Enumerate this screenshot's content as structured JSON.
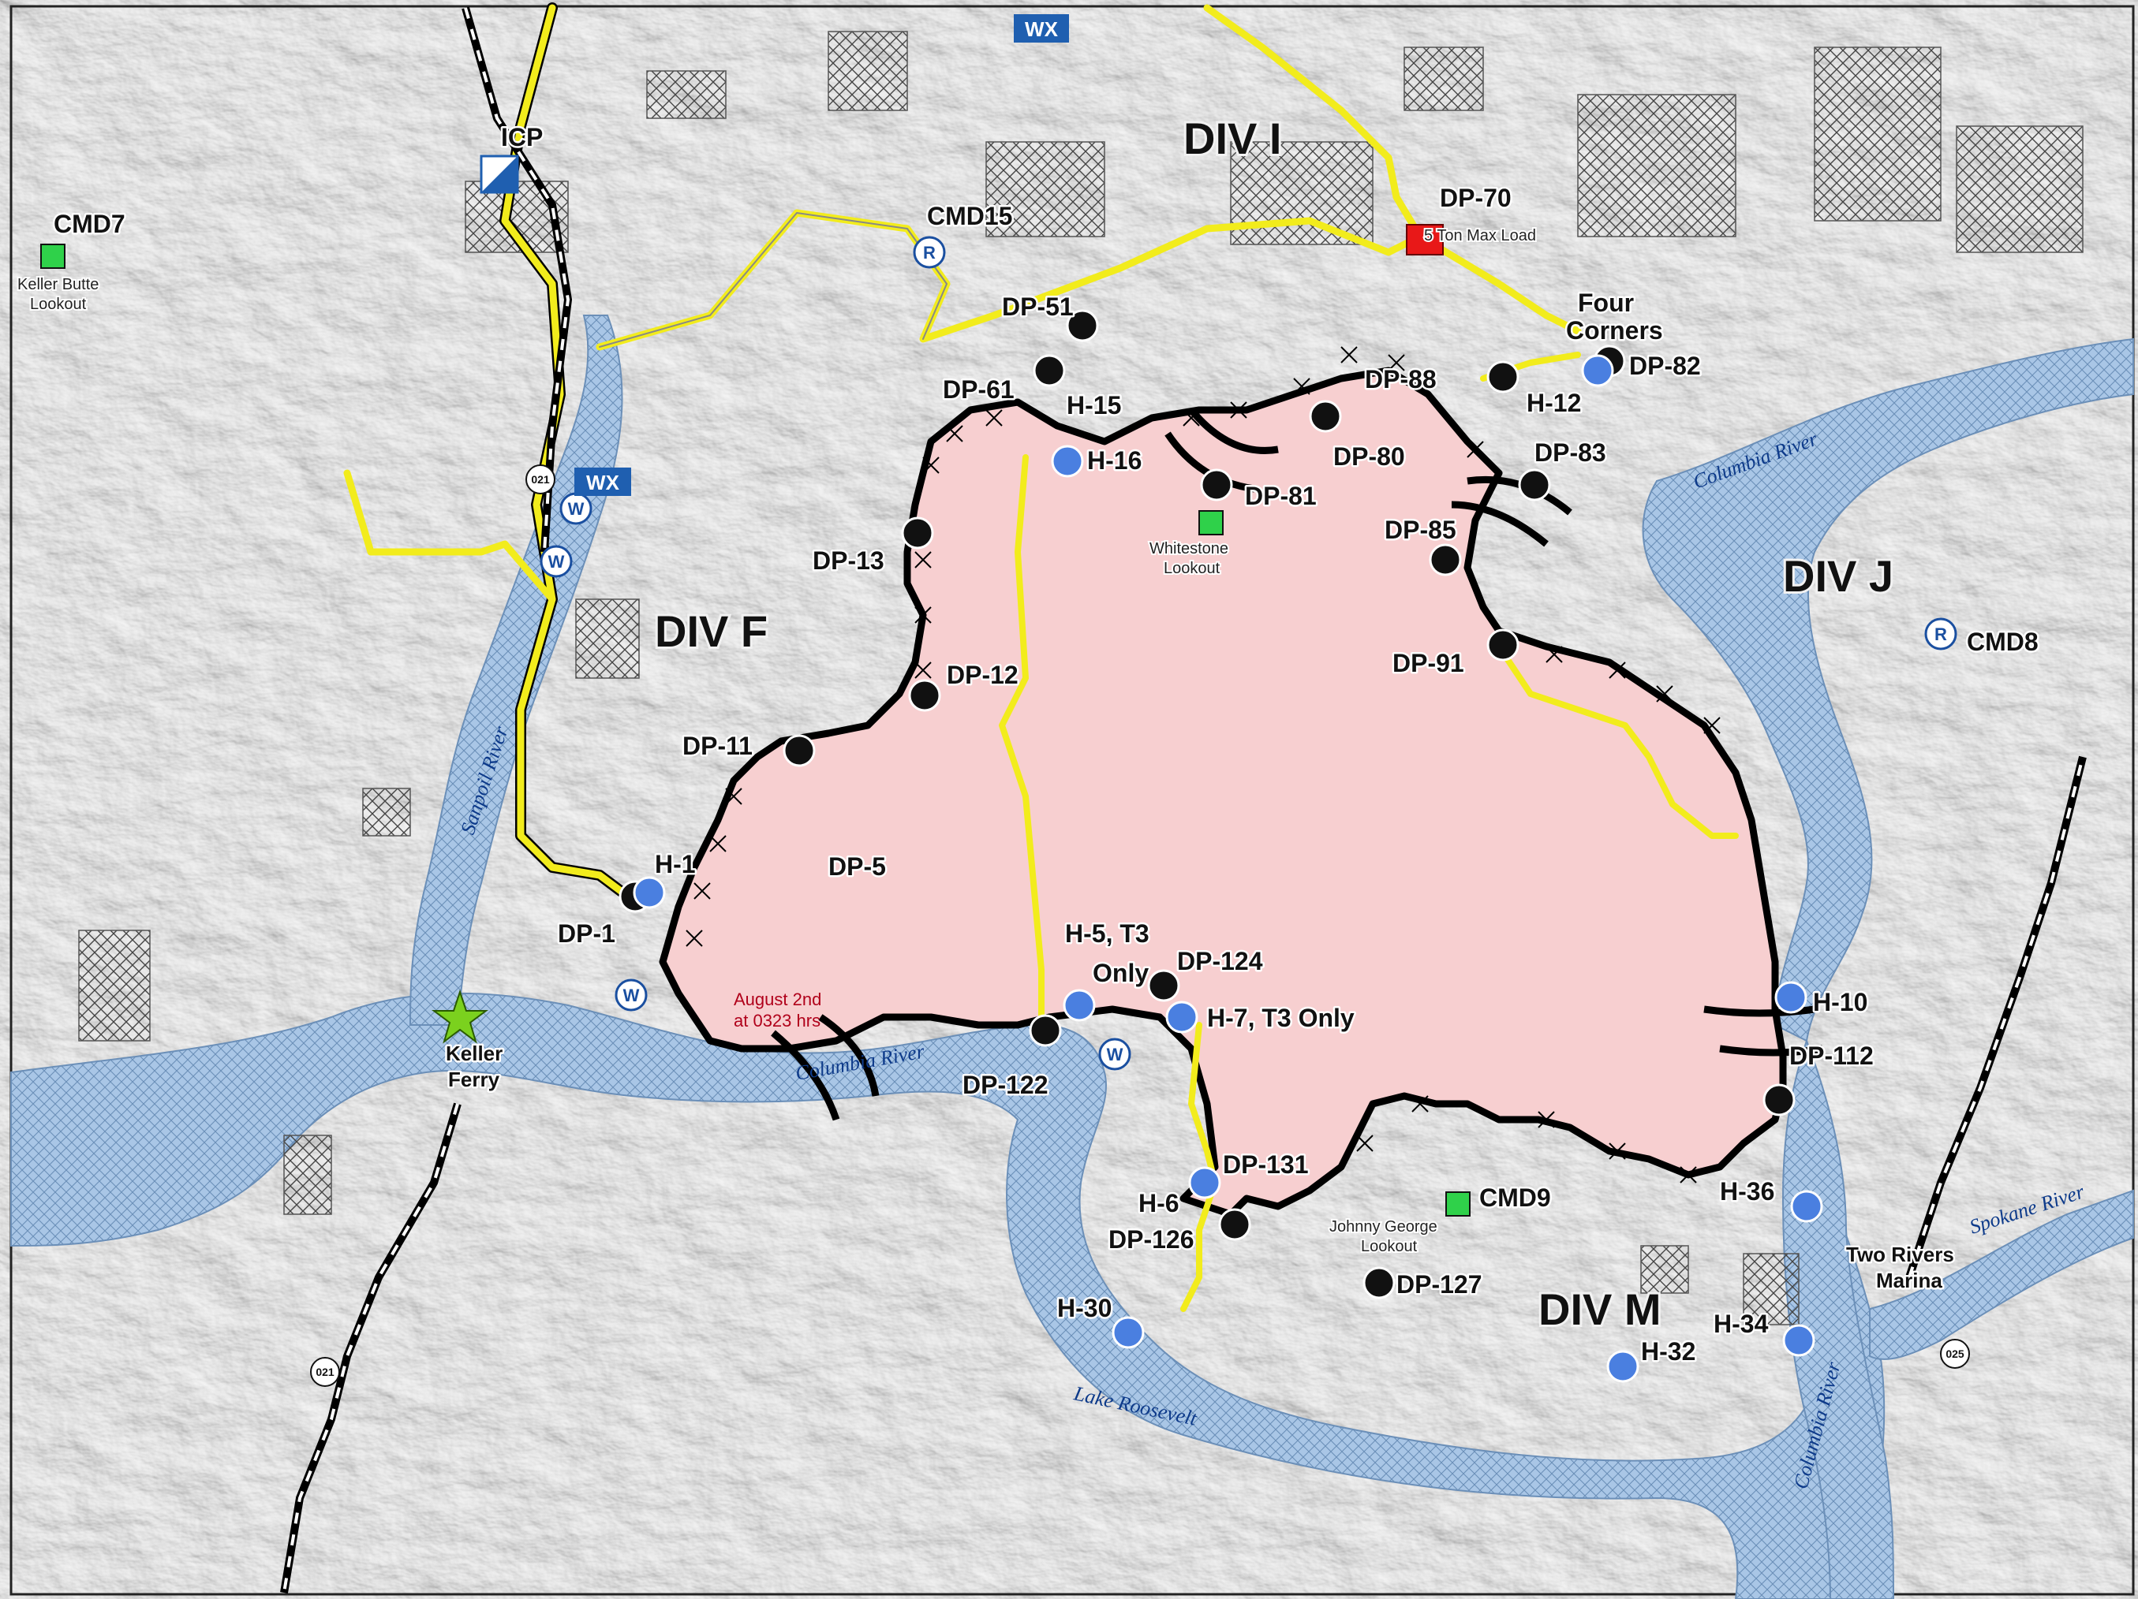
{
  "divisions": [
    {
      "id": "div-i",
      "label": "DIV I"
    },
    {
      "id": "div-f",
      "label": "DIV F"
    },
    {
      "id": "div-j",
      "label": "DIV J"
    },
    {
      "id": "div-m",
      "label": "DIV M"
    }
  ],
  "drop_points": {
    "dp70": "DP-70",
    "dp51": "DP-51",
    "dp61": "DP-61",
    "dp88": "DP-88",
    "dp82": "DP-82",
    "dp80": "DP-80",
    "dp83": "DP-83",
    "dp81": "DP-81",
    "dp85": "DP-85",
    "dp13": "DP-13",
    "dp91": "DP-91",
    "dp12": "DP-12",
    "dp11": "DP-11",
    "dp5": "DP-5",
    "dp1": "DP-1",
    "dp124": "DP-124",
    "dp122": "DP-122",
    "dp112": "DP-112",
    "dp131": "DP-131",
    "dp126": "DP-126",
    "dp127": "DP-127"
  },
  "helispots": {
    "h15": "H-15",
    "h16": "H-16",
    "h12": "H-12",
    "h1": "H-1",
    "h5a": "H-5, T3",
    "h5b": "Only",
    "h7": "H-7, T3 Only",
    "h10": "H-10",
    "h6": "H-6",
    "h36": "H-36",
    "h30": "H-30",
    "h34": "H-34",
    "h32": "H-32"
  },
  "places": {
    "icp": "ICP",
    "cmd7": "CMD7",
    "cmd15": "CMD15",
    "cmd8": "CMD8",
    "cmd9": "CMD9",
    "keller_butte_1": "Keller Butte",
    "keller_butte_2": "Lookout",
    "whitestone_1": "Whitestone",
    "whitestone_2": "Lookout",
    "johnny_1": "Johnny George",
    "johnny_2": "Lookout",
    "four_1": "Four",
    "four_2": "Corners",
    "keller_ferry_1": "Keller",
    "keller_ferry_2": "Ferry",
    "two_rivers_1": "Two Rivers",
    "two_rivers_2": "Marina",
    "max_load": "5 Ton Max Load",
    "aug_1": "August 2nd",
    "aug_2": "at 0323 hrs"
  },
  "water": {
    "columbia_1": "Columbia River",
    "columbia_2": "Columbia River",
    "columbia_3": "Columbia River",
    "sanpoil": "Sanpoil River",
    "roosevelt": "Lake Roosevelt",
    "spokane": "Spokane River"
  },
  "symbols": {
    "wx": "WX",
    "water": "W",
    "repeater": "R",
    "route": "021",
    "route_025": "025"
  },
  "colors": {
    "fire": "#f7cfd0",
    "water": "#a9c6e6",
    "road": "#f2ec1c",
    "fireline": "#000000",
    "helispot": "#4a7fe0",
    "dropbox": "#111111"
  }
}
